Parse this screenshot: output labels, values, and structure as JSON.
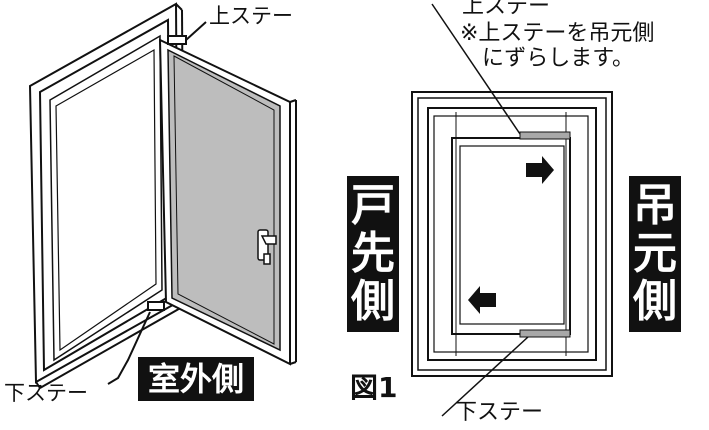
{
  "labels": {
    "top_stay_left": "上ステー",
    "bottom_stay_left": "下ステー",
    "top_stay_right": "上ステー",
    "note_line1": "※上ステーを吊元側",
    "note_line2": "にずらします。",
    "bottom_stay_right": "下ステー",
    "figure_label": "図1"
  },
  "boxes": {
    "outdoor_side": "室外側",
    "latch_side": [
      "戸",
      "先",
      "側"
    ],
    "hinge_side": [
      "吊",
      "元",
      "側"
    ]
  },
  "colors": {
    "ink": "#111111",
    "screen_fill": "#bdbdbd",
    "stay_fill": "#a8a8a8",
    "background": "#ffffff"
  }
}
